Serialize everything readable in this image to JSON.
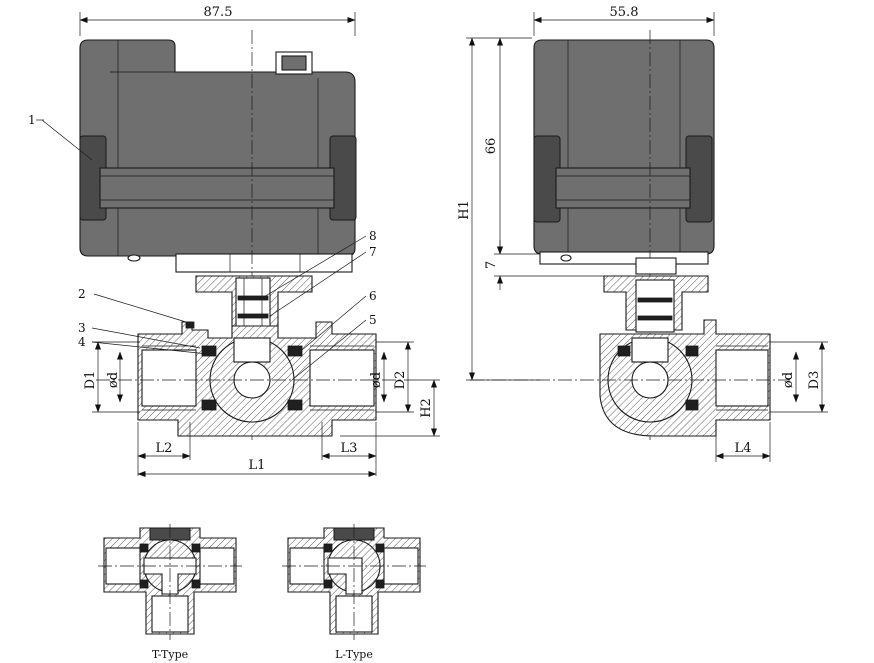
{
  "dimensions": {
    "width_front": "87.5",
    "width_side": "55.8",
    "actuator_height": "66",
    "stem_height": "7",
    "total_height": "H1",
    "length": "L1",
    "port_left": "L2",
    "port_right": "L3",
    "port_side": "L4",
    "outer_dia_left": "D1",
    "outer_dia_right": "D2",
    "outer_dia_side": "D3",
    "bore_dia": "ød",
    "center_height": "H2"
  },
  "part_numbers": [
    "1",
    "2",
    "3",
    "4",
    "5",
    "6",
    "7",
    "8"
  ],
  "captions": {
    "t_type": "T-Type",
    "l_type": "L-Type"
  }
}
